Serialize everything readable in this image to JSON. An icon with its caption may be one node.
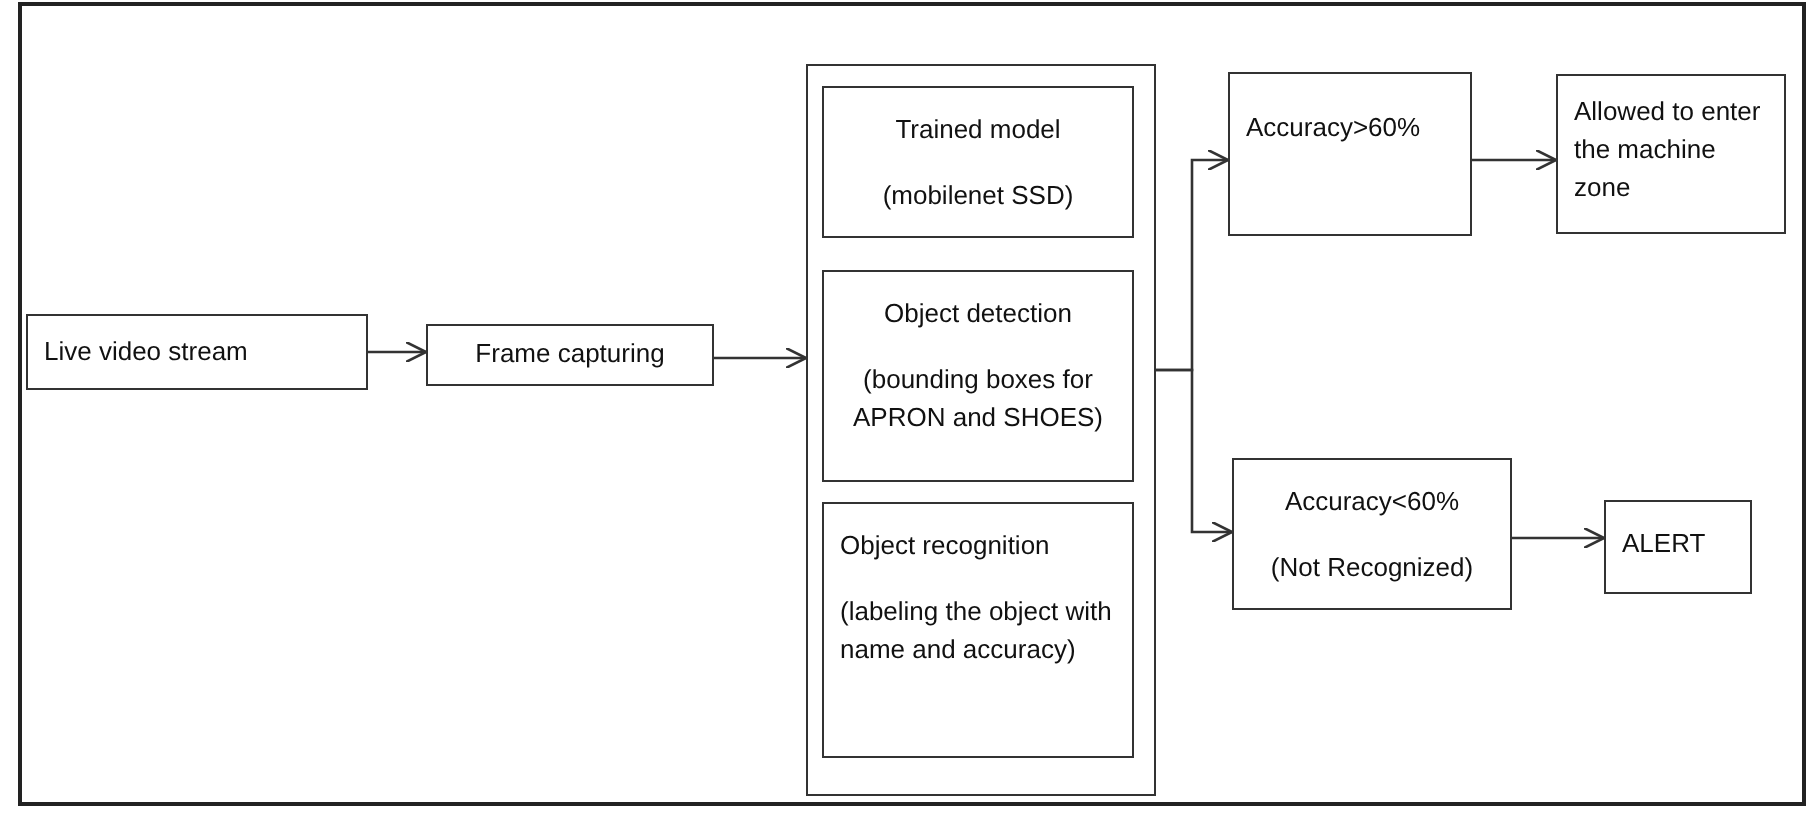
{
  "diagram": {
    "nodes": [
      {
        "text": [
          "Live video stream"
        ]
      },
      {
        "text": [
          "Frame capturing"
        ]
      },
      {
        "text": [],
        "shape": "box"
      },
      {
        "text": [
          "Trained model",
          "(mobilenet SSD)"
        ],
        "in": 2
      },
      {
        "text": [
          "Object detection",
          "(bounding boxes for APRON and SHOES)"
        ],
        "in": 2
      },
      {
        "text": [
          "Object recognition",
          "(labeling the object with name and accuracy)"
        ],
        "in": 2
      },
      {
        "text": [
          "Accuracy>60%"
        ]
      },
      {
        "text": [
          "Allowed to enter the machine zone"
        ]
      },
      {
        "text": [
          "Accuracy<60%",
          "(Not Recognized)"
        ]
      },
      {
        "text": [
          "ALERT"
        ]
      }
    ],
    "edges": [
      {
        "from": 0,
        "to": 1,
        "arrow": "to"
      },
      {
        "from": 1,
        "to": 2,
        "arrow": "to"
      },
      {
        "from": 2,
        "to": 6,
        "arrow": "to"
      },
      {
        "from": 2,
        "to": 8,
        "arrow": "to"
      },
      {
        "from": 6,
        "to": 7,
        "arrow": "to"
      },
      {
        "from": 8,
        "to": 9,
        "arrow": "to"
      }
    ]
  }
}
